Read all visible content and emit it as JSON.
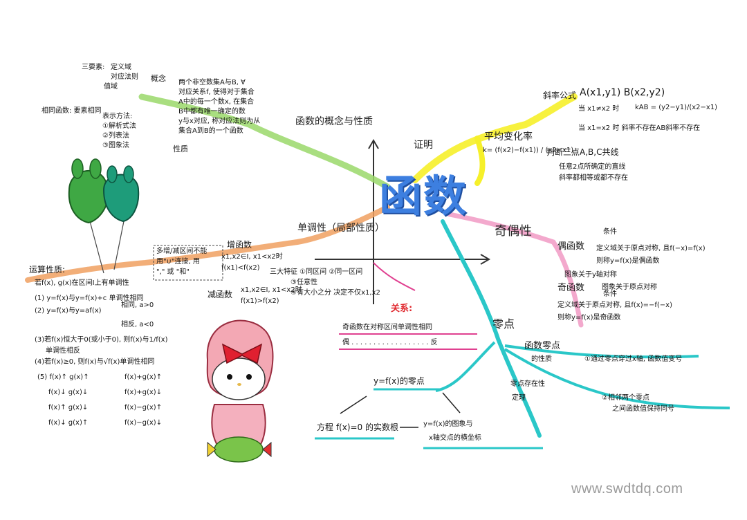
{
  "diagram": {
    "central_topic": "函数",
    "branches": {
      "top_left": "函数的概念与性质",
      "proof": "证明",
      "avg_rate": "平均变化率",
      "avg_rate_formula": "k= (f(x2)−f(x1)) / (x2−x1)",
      "monotonic": "单调性（局部性质）",
      "parity": "奇偶性",
      "zeros": "零点"
    },
    "concept_block": {
      "label_concept": "概念",
      "three_elements": "三要素:",
      "three_elements_items": [
        "定义域",
        "对应法则",
        "值域"
      ],
      "equal_funcs": "相同函数: 要素相同",
      "repr": "表示方法:",
      "repr_items": [
        "①解析式法",
        "②列表法",
        "③图象法"
      ],
      "def_lines": [
        "两个非空数集A与B, ∀",
        "对应关系f, 使得对于集合",
        "A中的每一个数x, 在集合",
        "B中都有唯一确定的数",
        "y与x对应, 称对应法则为从",
        "集合A到B的一个函数"
      ],
      "label_property": "性质"
    },
    "slope_block": {
      "slope_formula": "斜率公式",
      "points": "A(x1,y1)  B(x2,y2)",
      "when_neq": "当 x1≠x2 时",
      "kab": "kAB = (y2−y1)/(x2−x1)",
      "when_eq": "当 x1=x2 时  斜率不存在AB斜率不存在",
      "collinear_title": "判断三点A,B,C共线",
      "collinear_1": "任意2点所确定的直线",
      "collinear_2": "斜率都相等或都不存在"
    },
    "mono_block": {
      "increasing": "增函数",
      "decreasing": "减函数",
      "inc_cond": "x1,x2∈I, x1<x2时",
      "inc_res": "f(x1)<f(x2)",
      "dec_cond": "x1,x2∈I, x1<x2时",
      "dec_res": "f(x1)>f(x2)",
      "note_box": [
        "多增/减区间不能",
        "用\"∪\"连接, 用",
        "\",\" 或 \"和\""
      ],
      "mid_note": [
        "三大特征 ①同区间 ②同一区间",
        "③任意性",
        "④有大小之分 决定不仅x1,x2"
      ]
    },
    "rules": {
      "title": "运算性质:",
      "lines": [
        "若f(x), g(x)在区间I上有单调性",
        "(1) y=f(x)与y=f(x)+c 单调性相同",
        "(2) y=f(x)与y=af(x)",
        "相同, a>0",
        "相反, a<0",
        "(3)若f(x)恒大于0(或小于0), 则f(x)与1/f(x)",
        "单调性相反",
        "(4)若f(x)≥0, 则f(x)与√f(x)单调性相同"
      ],
      "table_left": [
        "(5) f(x)↑  g(x)↑",
        "f(x)↓  g(x)↓",
        "f(x)↑  g(x)↓",
        "f(x)↓  g(x)↑"
      ],
      "table_right": [
        "f(x)+g(x)↑",
        "f(x)+g(x)↓",
        "f(x)−g(x)↑",
        "f(x)−g(x)↓"
      ]
    },
    "relation": {
      "title": "关系:",
      "line1": "奇函数在对称区间单调性相同",
      "line2": "偶 . . . . . . . . . . . . . . . . . . 反"
    },
    "parity_block": {
      "even_func": "偶函数",
      "even_desc1": "定义域关于原点对称, 且f(−x)=f(x)",
      "even_desc2": "则称y=f(x)是偶函数",
      "even_graph": "图象关于y轴对称",
      "odd_func": "奇函数",
      "odd_graph": "图象关于原点对称",
      "odd_desc1": "定义域关于原点对称, 且f(x)=−f(−x)",
      "odd_desc2": "则称y=f(x)是奇函数",
      "cond1": "条件",
      "cond2": "条件"
    },
    "zero_block": {
      "func_zero": "函数零点",
      "property": "的性质",
      "prop1": "①通过零点穿过x轴, 函数值变号",
      "prop2": "②相邻两个零点",
      "prop2b": "之间函数值保持同号",
      "existence": "零点存在性",
      "theorem": "定理",
      "zero_of": "y=f(x)的零点",
      "equation": "方程 f(x)=0 的实数根",
      "intersection1": "y=f(x)的图象与",
      "intersection2": "x轴交点的横坐标"
    },
    "watermark": "www.swdtdq.com"
  }
}
